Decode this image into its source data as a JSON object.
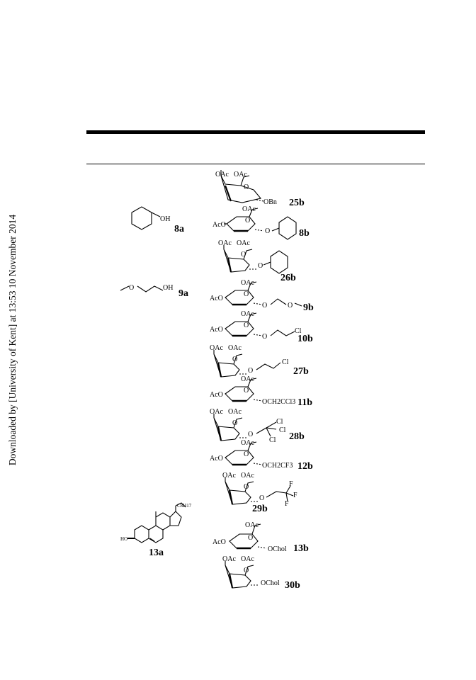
{
  "watermark": "Downloaded by [University of Kent] at 13:53 10 November 2014",
  "groups": {
    "oac": "OAc",
    "aco": "AcO",
    "o": "O",
    "obn": "OBn",
    "oh": "OH",
    "cl": "Cl",
    "f": "F",
    "ochol": "OChol",
    "ho": "HO",
    "c8h17": "C8H17",
    "och2ccl3": "OCH2CCl3",
    "och2cf3": "OCH2CF3"
  },
  "labels": {
    "l25b": "25b",
    "l8a": "8a",
    "l8b": "8b",
    "l26b": "26b",
    "l9a": "9a",
    "l9b": "9b",
    "l10b": "10b",
    "l27b": "27b",
    "l11b": "11b",
    "l28b": "28b",
    "l12b": "12b",
    "l29b": "29b",
    "l13a": "13a",
    "l13b": "13b",
    "l30b": "30b"
  }
}
